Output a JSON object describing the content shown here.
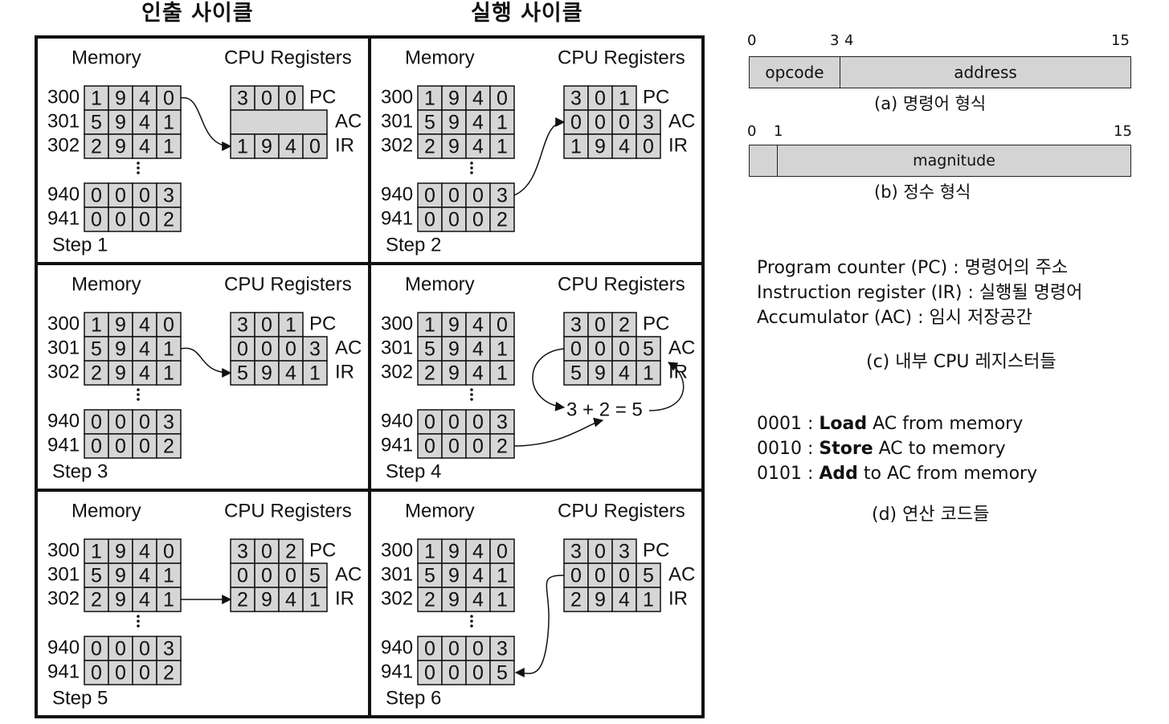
{
  "headers": {
    "fetch": "인출 사이클",
    "execute": "실행 사이클"
  },
  "panel_labels": {
    "memory": "Memory",
    "cpu": "CPU Registers",
    "pc": "PC",
    "ac": "AC",
    "ir": "IR"
  },
  "steps": [
    {
      "label": "Step 1",
      "memory": [
        {
          "addr": "300",
          "value": [
            "1",
            "9",
            "4",
            "0"
          ]
        },
        {
          "addr": "301",
          "value": [
            "5",
            "9",
            "4",
            "1"
          ]
        },
        {
          "addr": "302",
          "value": [
            "2",
            "9",
            "4",
            "1"
          ]
        },
        {
          "addr": "940",
          "value": [
            "0",
            "0",
            "0",
            "3"
          ]
        },
        {
          "addr": "941",
          "value": [
            "0",
            "0",
            "0",
            "2"
          ]
        }
      ],
      "pc": [
        "3",
        "0",
        "0"
      ],
      "ac": [],
      "ir": [
        "1",
        "9",
        "4",
        "0"
      ]
    },
    {
      "label": "Step 2",
      "memory": [
        {
          "addr": "300",
          "value": [
            "1",
            "9",
            "4",
            "0"
          ]
        },
        {
          "addr": "301",
          "value": [
            "5",
            "9",
            "4",
            "1"
          ]
        },
        {
          "addr": "302",
          "value": [
            "2",
            "9",
            "4",
            "1"
          ]
        },
        {
          "addr": "940",
          "value": [
            "0",
            "0",
            "0",
            "3"
          ]
        },
        {
          "addr": "941",
          "value": [
            "0",
            "0",
            "0",
            "2"
          ]
        }
      ],
      "pc": [
        "3",
        "0",
        "1"
      ],
      "ac": [
        "0",
        "0",
        "0",
        "3"
      ],
      "ir": [
        "1",
        "9",
        "4",
        "0"
      ]
    },
    {
      "label": "Step 3",
      "memory": [
        {
          "addr": "300",
          "value": [
            "1",
            "9",
            "4",
            "0"
          ]
        },
        {
          "addr": "301",
          "value": [
            "5",
            "9",
            "4",
            "1"
          ]
        },
        {
          "addr": "302",
          "value": [
            "2",
            "9",
            "4",
            "1"
          ]
        },
        {
          "addr": "940",
          "value": [
            "0",
            "0",
            "0",
            "3"
          ]
        },
        {
          "addr": "941",
          "value": [
            "0",
            "0",
            "0",
            "2"
          ]
        }
      ],
      "pc": [
        "3",
        "0",
        "1"
      ],
      "ac": [
        "0",
        "0",
        "0",
        "3"
      ],
      "ir": [
        "5",
        "9",
        "4",
        "1"
      ]
    },
    {
      "label": "Step 4",
      "memory": [
        {
          "addr": "300",
          "value": [
            "1",
            "9",
            "4",
            "0"
          ]
        },
        {
          "addr": "301",
          "value": [
            "5",
            "9",
            "4",
            "1"
          ]
        },
        {
          "addr": "302",
          "value": [
            "2",
            "9",
            "4",
            "1"
          ]
        },
        {
          "addr": "940",
          "value": [
            "0",
            "0",
            "0",
            "3"
          ]
        },
        {
          "addr": "941",
          "value": [
            "0",
            "0",
            "0",
            "2"
          ]
        }
      ],
      "pc": [
        "3",
        "0",
        "2"
      ],
      "ac": [
        "0",
        "0",
        "0",
        "5"
      ],
      "ir": [
        "5",
        "9",
        "4",
        "1"
      ],
      "annotation": "3 + 2 = 5"
    },
    {
      "label": "Step 5",
      "memory": [
        {
          "addr": "300",
          "value": [
            "1",
            "9",
            "4",
            "0"
          ]
        },
        {
          "addr": "301",
          "value": [
            "5",
            "9",
            "4",
            "1"
          ]
        },
        {
          "addr": "302",
          "value": [
            "2",
            "9",
            "4",
            "1"
          ]
        },
        {
          "addr": "940",
          "value": [
            "0",
            "0",
            "0",
            "3"
          ]
        },
        {
          "addr": "941",
          "value": [
            "0",
            "0",
            "0",
            "2"
          ]
        }
      ],
      "pc": [
        "3",
        "0",
        "2"
      ],
      "ac": [
        "0",
        "0",
        "0",
        "5"
      ],
      "ir": [
        "2",
        "9",
        "4",
        "1"
      ]
    },
    {
      "label": "Step 6",
      "memory": [
        {
          "addr": "300",
          "value": [
            "1",
            "9",
            "4",
            "0"
          ]
        },
        {
          "addr": "301",
          "value": [
            "5",
            "9",
            "4",
            "1"
          ]
        },
        {
          "addr": "302",
          "value": [
            "2",
            "9",
            "4",
            "1"
          ]
        },
        {
          "addr": "940",
          "value": [
            "0",
            "0",
            "0",
            "3"
          ]
        },
        {
          "addr": "941",
          "value": [
            "0",
            "0",
            "0",
            "5"
          ]
        }
      ],
      "pc": [
        "3",
        "0",
        "3"
      ],
      "ac": [
        "0",
        "0",
        "0",
        "5"
      ],
      "ir": [
        "2",
        "9",
        "4",
        "1"
      ]
    }
  ],
  "instruction_format": {
    "bits": {
      "b0": "0",
      "b3": "3",
      "b4": "4",
      "b15": "15"
    },
    "fields": {
      "opcode": "opcode",
      "address": "address"
    },
    "caption": "(a) 명령어 형식"
  },
  "integer_format": {
    "bits": {
      "b0": "0",
      "b1": "1",
      "b15": "15"
    },
    "fields": {
      "magnitude": "magnitude"
    },
    "caption": "(b) 정수 형식"
  },
  "registers": {
    "lines": [
      "Program counter (PC) : 명령어의 주소",
      "Instruction register (IR) : 실행될 명령어",
      "Accumulator (AC) : 임시 저장공간"
    ],
    "caption": "(c) 내부 CPU 레지스터들"
  },
  "opcodes": {
    "lines": [
      {
        "code": "0001 : ",
        "op": "Load",
        "rest": " AC from memory"
      },
      {
        "code": "0010 : ",
        "op": "Store",
        "rest": " AC to memory"
      },
      {
        "code": "0101 : ",
        "op": "Add",
        "rest": " to AC from memory"
      }
    ],
    "caption": "(d) 연산 코드들"
  },
  "colors": {
    "cell_fill": "#d6d6d6",
    "border": "#111111",
    "format_fill": "#d4d4d4"
  }
}
